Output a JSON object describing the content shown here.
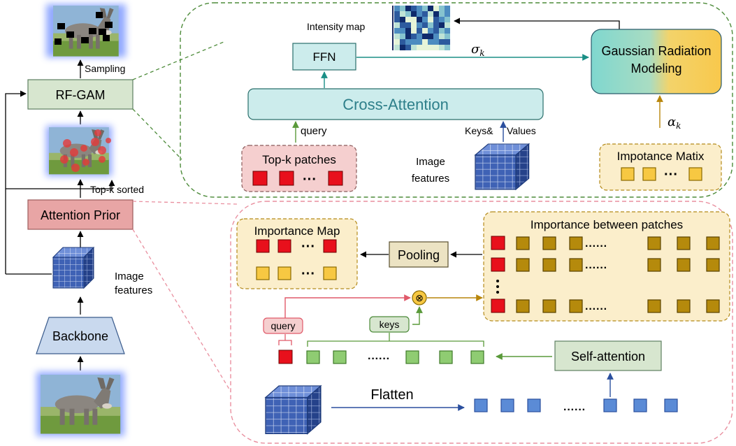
{
  "left_column": {
    "sampling": "Sampling",
    "rf_gam": "RF-GAM",
    "topk_sorted": "Top-k sorted",
    "attention_prior": "Attention Prior",
    "image_features_line1": "Image",
    "image_features_line2": "features",
    "backbone": "Backbone"
  },
  "top_panel": {
    "intensity_map": "Intensity map",
    "ffn": "FFN",
    "sigma": "σ",
    "sigma_sub": "k",
    "gaussian_line1": "Gaussian Radiation",
    "gaussian_line2": "Modeling",
    "cross_attention": "Cross-Attention",
    "query": "query",
    "keys": "Keys&",
    "values": "Values",
    "alpha": "α",
    "alpha_sub": "k",
    "topk_patches": "Top-k patches",
    "image_features_line1": "Image",
    "image_features_line2": "features",
    "importance_matrix": "Impotance Matix",
    "ellipsis": "···"
  },
  "bottom_panel": {
    "importance_map": "Importance Map",
    "pooling": "Pooling",
    "importance_between": "Importance between patches",
    "query": "query",
    "keys": "keys",
    "self_attention": "Self-attention",
    "flatten": "Flatten",
    "ellipsis_dots": "······",
    "ellipsis_mid": "···",
    "otimes": "⊗"
  },
  "colors": {
    "green_dash": "#4d8b3a",
    "pink_dash": "#e98f9f",
    "rf_gam_fill": "#d7e6cf",
    "attention_prior_fill": "#e8a5a5",
    "backbone_fill": "#c9d9ee",
    "cross_attention_fill": "#ccecec",
    "topk_fill": "#f5cfcf",
    "importance_fill": "#fbeecb",
    "red_patch": "#e8101c",
    "gold_patch": "#f7c842",
    "brown_patch": "#b58a0c",
    "green_patch": "#8fcc72",
    "blue_patch": "#5b8bd6",
    "grid_blue": "#2f4f9a"
  },
  "icons": [
    "donkey-masked-image",
    "donkey-points-image",
    "donkey-image",
    "feature-cube",
    "intensity-heatmap"
  ]
}
